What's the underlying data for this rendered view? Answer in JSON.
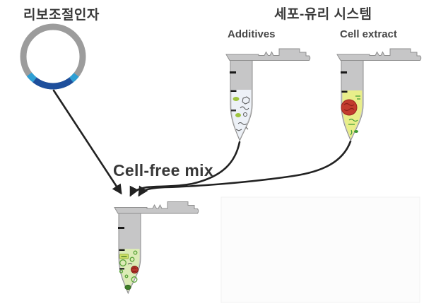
{
  "diagram": {
    "title_left": "리보조절인자",
    "title_right": "세포-유리 시스템",
    "mix_label": "Cell-free mix",
    "tubes": {
      "additives": {
        "label": "Additives",
        "liquid_color": "#edf1f7"
      },
      "cell_extract": {
        "label": "Cell extract",
        "liquid_color": "#e9ee8a"
      },
      "mix": {
        "liquid_color": "#dcebb6"
      }
    },
    "plasmid": {
      "ring_color": "#9c9c9c",
      "insert_color": "#1e4f9c",
      "flank_color": "#2e9fd4"
    },
    "colors": {
      "tube_gray": "#c6c6c7",
      "tube_outline": "#8f8f8f",
      "arrow": "#222222",
      "mark_black": "#1a1a1a",
      "red_blob": "#c23b2e",
      "green_ring": "#5aa43a",
      "green_blob": "#9ec43f",
      "dark_green": "#3e7d28",
      "text": "#3a3a3a"
    }
  }
}
